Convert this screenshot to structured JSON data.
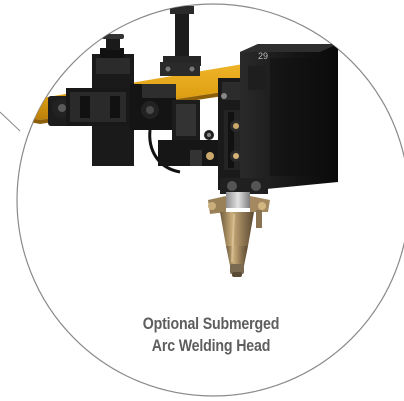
{
  "product_image": {
    "caption_line1": "Optional Submerged",
    "caption_line2": "Arc Welding Head",
    "head_unit_label": "29",
    "icon": "welding-head-icon"
  },
  "colors": {
    "rail": "#e0a114",
    "machine_body": "#141414",
    "frame": "#4a4a4a",
    "caption": "#5e5e5e",
    "brass": "#b89a5a"
  }
}
